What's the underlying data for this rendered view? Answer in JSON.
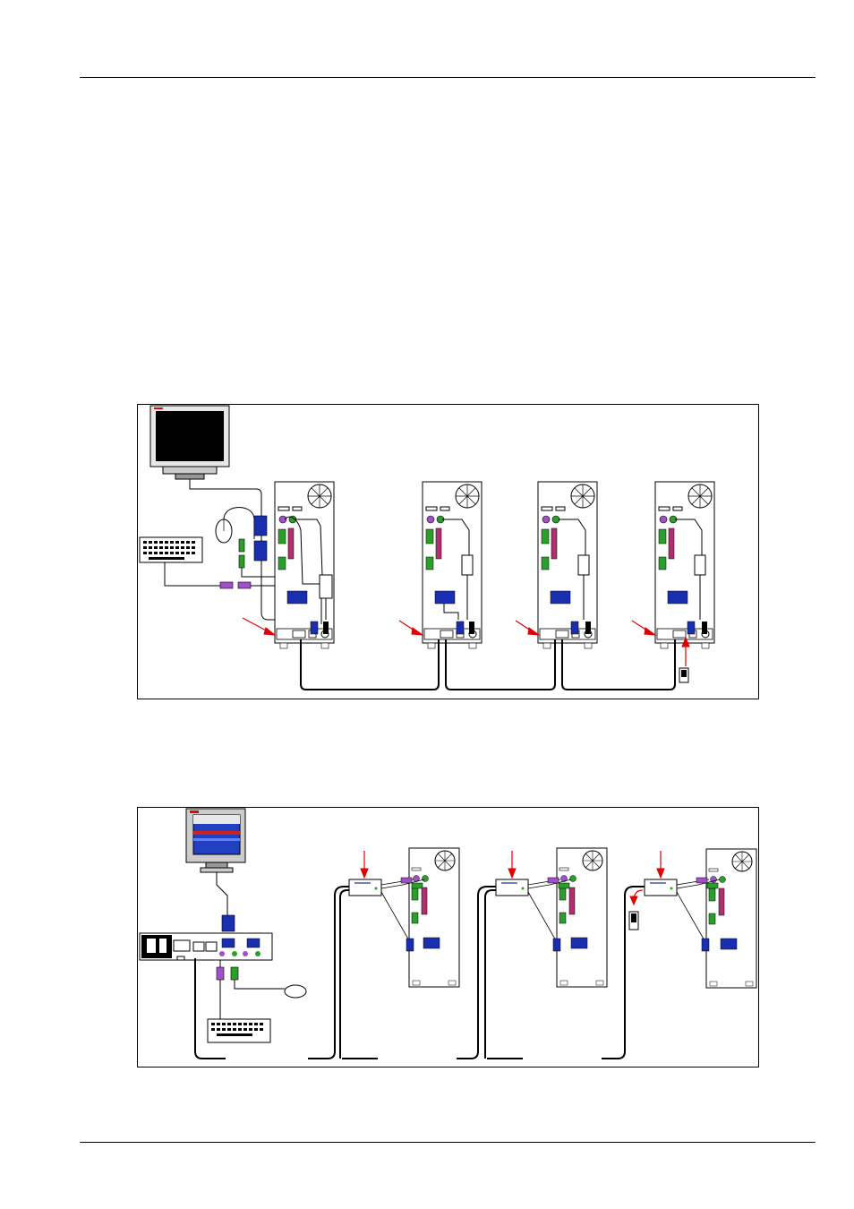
{
  "page": {
    "header_rule": true,
    "footer_rule": true
  },
  "figures": [
    {
      "id": "daisy-chain-diagram-1",
      "devices": [
        "monitor",
        "keyboard",
        "mouse",
        "pc-tower",
        "pc-tower",
        "pc-tower",
        "pc-tower",
        "terminator"
      ],
      "colors": {
        "arrow": "#e00000",
        "vga": "#1a2fb0",
        "ps2_mouse": "#2aa02a",
        "ps2_keyboard": "#a050c8",
        "cable": "#000000"
      }
    },
    {
      "id": "daisy-chain-diagram-2",
      "devices": [
        "monitor",
        "kvm-base-unit",
        "keyboard",
        "mouse",
        "adapter",
        "pc-tower",
        "adapter",
        "pc-tower",
        "adapter",
        "pc-tower",
        "terminator"
      ],
      "colors": {
        "arrow": "#e00000",
        "vga": "#1a2fb0",
        "ps2_mouse": "#2aa02a",
        "ps2_keyboard": "#a050c8",
        "screen_blue": "#2040c0",
        "screen_red": "#d02020",
        "brand_red": "#d01010"
      }
    }
  ]
}
